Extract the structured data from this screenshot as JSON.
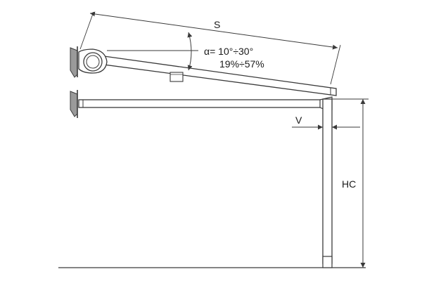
{
  "dimensions": {
    "span_label": "S",
    "projection_label": "V",
    "height_label": "HC"
  },
  "angle": {
    "degrees_text": "α= 10°÷30°",
    "percent_text": "19%÷57%"
  },
  "colors": {
    "line": "#3a3a3a",
    "wall": "#888888",
    "fill": "#ffffff"
  }
}
